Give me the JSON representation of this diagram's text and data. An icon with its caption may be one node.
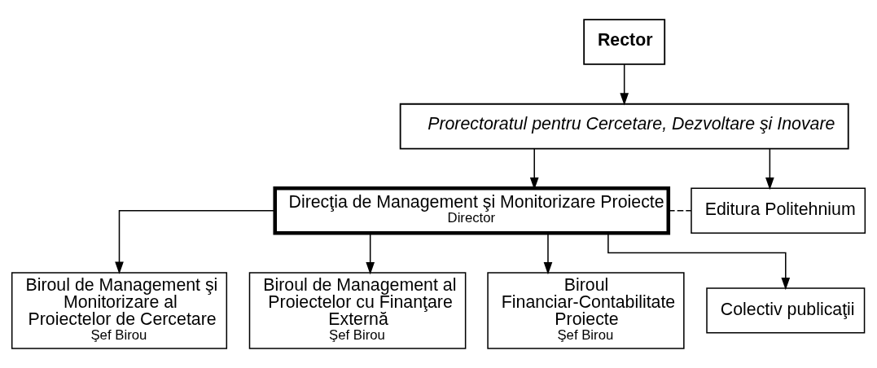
{
  "diagram": {
    "nodes": [
      {
        "text": [
          "Rector"
        ]
      },
      {
        "text": [
          "Prorectoratul pentru Cercetare, Dezvoltare şi Inovare"
        ]
      },
      {
        "text": [
          "Direcţia de Management şi Monitorizare Proiecte",
          "Director"
        ]
      },
      {
        "text": [
          "Editura Politehnium"
        ]
      },
      {
        "text": [
          "Biroul de Management şi Monitorizare al Proiectelor de Cercetare",
          "Şef Birou"
        ]
      },
      {
        "text": [
          "Biroul de Management al Proiectelor cu Finanţare Externă",
          "Şef Birou"
        ]
      },
      {
        "text": [
          "Biroul Financiar-Contabilitate Proiecte",
          "Şef Birou"
        ]
      },
      {
        "text": [
          "Colectiv publicaţii"
        ]
      }
    ],
    "edges": [
      {
        "from": 0,
        "to": 1,
        "arrow": "to"
      },
      {
        "from": 1,
        "to": 2,
        "arrow": "to"
      },
      {
        "from": 1,
        "to": 3,
        "arrow": "to"
      },
      {
        "from": 2,
        "to": 3,
        "arrow": "none",
        "style": "dashed"
      },
      {
        "from": 2,
        "to": 4,
        "arrow": "to"
      },
      {
        "from": 2,
        "to": 5,
        "arrow": "to"
      },
      {
        "from": 2,
        "to": 6,
        "arrow": "to"
      },
      {
        "from": 2,
        "to": 7,
        "arrow": "to"
      }
    ]
  }
}
